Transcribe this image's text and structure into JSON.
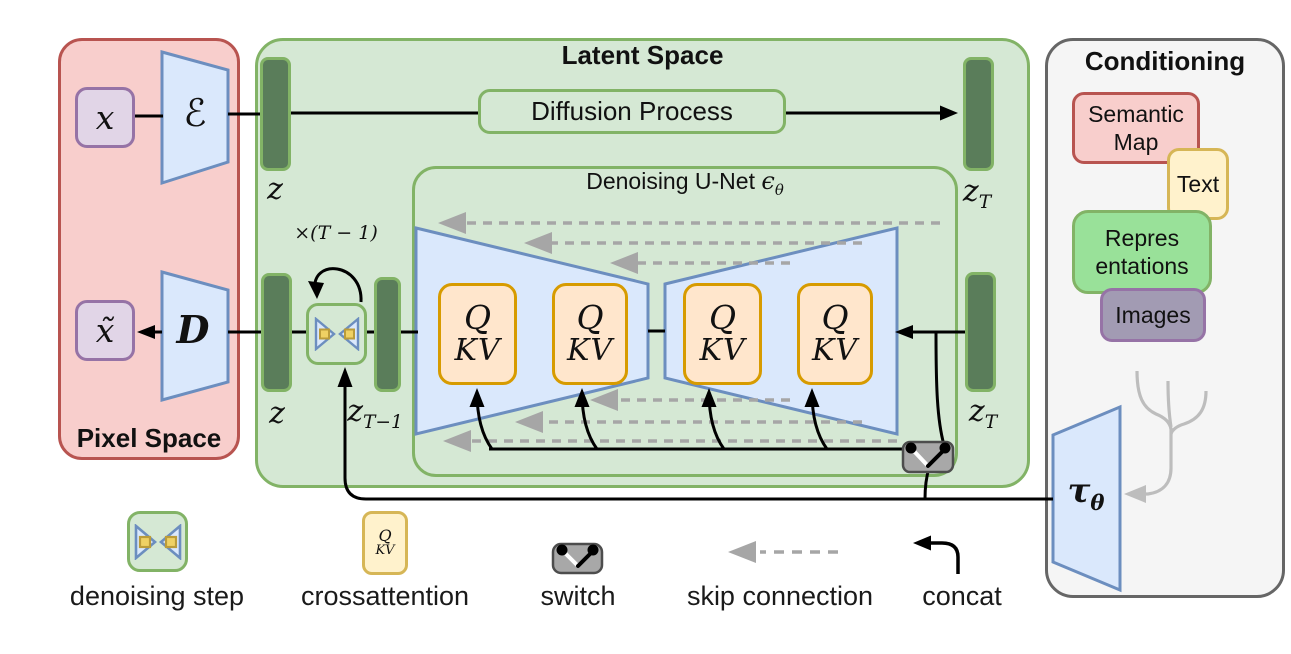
{
  "panels": {
    "pixel_space": {
      "title": "Pixel Space"
    },
    "latent_space": {
      "title": "Latent Space"
    },
    "denoising_unet": {
      "title": "Denoising U-Net",
      "epsilon": "ϵ",
      "epsilon_sub": "θ"
    },
    "conditioning": {
      "title": "Conditioning"
    }
  },
  "pixel_space": {
    "x_label": "x",
    "x_tilde_label": "x̃",
    "encoder_label": "ℰ",
    "decoder_label": "D"
  },
  "latent_space": {
    "z_top": "z",
    "z_bottom": "z",
    "z_T_top": {
      "base": "z",
      "sub": "T"
    },
    "z_T_right": {
      "base": "z",
      "sub": "T"
    },
    "z_T_minus_1": {
      "base": "z",
      "sub": "T−1"
    },
    "diffusion_process_label": "Diffusion Process",
    "loop_count_label": "×(T − 1)",
    "qkv_blocks": [
      {
        "q": "Q",
        "kv": "KV"
      },
      {
        "q": "Q",
        "kv": "KV"
      },
      {
        "q": "Q",
        "kv": "KV"
      },
      {
        "q": "Q",
        "kv": "KV"
      }
    ]
  },
  "conditioning": {
    "items": [
      {
        "label": "Semantic Map",
        "lines": [
          "Semantic",
          "Map"
        ]
      },
      {
        "label": "Text",
        "lines": [
          "Text"
        ]
      },
      {
        "label": "Representations",
        "lines": [
          "Repres",
          "entations"
        ]
      },
      {
        "label": "Images",
        "lines": [
          "Images"
        ]
      }
    ],
    "tau": {
      "base": "τ",
      "sub": "θ"
    }
  },
  "legend": {
    "denoising_step": "denoising step",
    "crossattention": {
      "label": "crossattention",
      "q": "Q",
      "kv": "KV"
    },
    "switch": "switch",
    "skip_connection": "skip connection",
    "concat": "concat"
  },
  "colors": {
    "pixel_panel_fill": "#f8cecc",
    "pixel_panel_stroke": "#b85450",
    "latent_panel_fill": "#d5e8d4",
    "latent_panel_stroke": "#82b366",
    "conditioning_panel_fill": "#f5f5f5",
    "conditioning_panel_stroke": "#666666",
    "blue_fill": "#dae8fc",
    "blue_stroke": "#6c8ebf",
    "purple_fill": "#e1d5e7",
    "purple_stroke": "#9673a6",
    "latent_bar_fill": "#5a7d5a",
    "qkv_fill": "#ffe6cc",
    "qkv_stroke": "#d79b00",
    "yellow_fill": "#fff2cc",
    "yellow_stroke": "#d6b656",
    "representations_fill": "#99e199",
    "images_fill": "#a29bb3",
    "switch_fill": "#a8a8a8",
    "skip_connection_gray": "#a6a6a6",
    "conditioning_fork_gray": "#bdbdbd"
  }
}
